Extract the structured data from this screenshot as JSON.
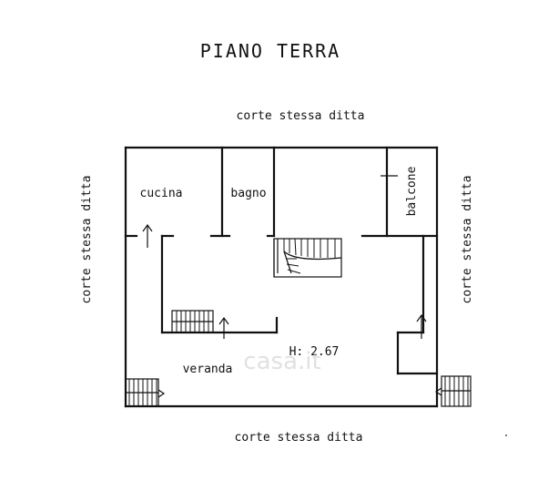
{
  "title": "PIANO TERRA",
  "surroundings": {
    "top": "corte stessa ditta",
    "bottom": "corte stessa ditta",
    "left": "corte stessa ditta",
    "right": "corte stessa ditta"
  },
  "rooms": {
    "cucina": "cucina",
    "bagno": "bagno",
    "balcone": "balcone",
    "veranda": "veranda"
  },
  "height_note": "H: 2.67",
  "watermark": "casa.it"
}
